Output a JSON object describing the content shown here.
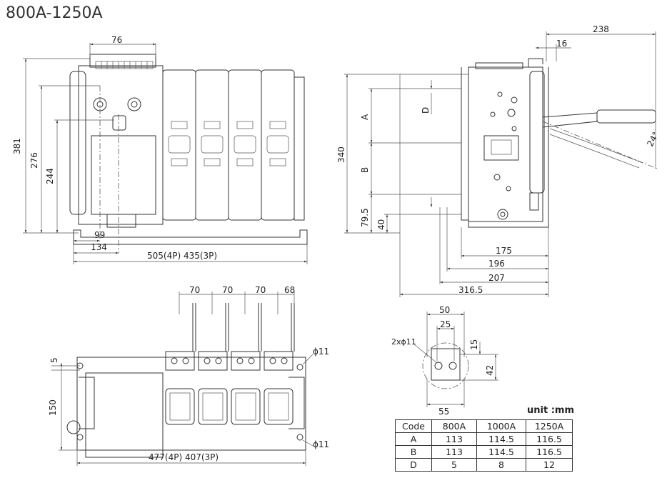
{
  "title": "800A-1250A",
  "front_view": {
    "dim_76": "76",
    "dim_381": "381",
    "dim_276": "276",
    "dim_244": "244",
    "dim_99": "99",
    "dim_134": "134",
    "dim_width": "505(4P) 435(3P)"
  },
  "side_view": {
    "dim_238": "238",
    "dim_16": "16",
    "dim_D": "D",
    "dim_A": "A",
    "dim_B": "B",
    "dim_340": "340",
    "dim_79_5": "79.5",
    "dim_40": "40",
    "dim_175": "175",
    "dim_196": "196",
    "dim_207": "207",
    "dim_316_5": "316.5",
    "angle_24": "24°"
  },
  "bottom_view": {
    "dim_70a": "70",
    "dim_70b": "70",
    "dim_70c": "70",
    "dim_68": "68",
    "dim_5": "5",
    "dim_150": "150",
    "phi_top": "ϕ11",
    "phi_bottom": "ϕ11",
    "dim_width": "477(4P) 407(3P)"
  },
  "terminal_detail": {
    "dim_50": "50",
    "dim_25": "25",
    "hole_label": "2xϕ11",
    "dim_15": "15",
    "dim_42": "42",
    "dim_55": "55"
  },
  "unit": "unit :mm",
  "table": {
    "headers": [
      "Code",
      "800A",
      "1000A",
      "1250A"
    ],
    "rows": [
      [
        "A",
        "113",
        "114.5",
        "116.5"
      ],
      [
        "B",
        "113",
        "114.5",
        "116.5"
      ],
      [
        "D",
        "5",
        "8",
        "12"
      ]
    ]
  }
}
